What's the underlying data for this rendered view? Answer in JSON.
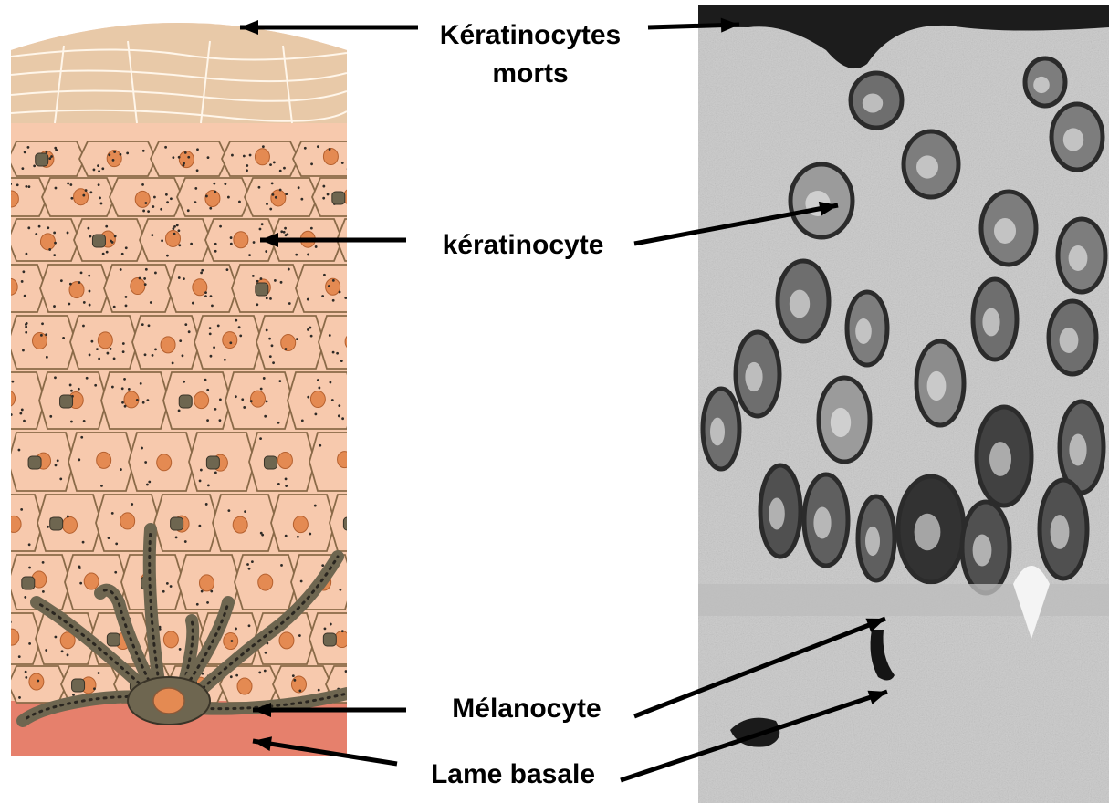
{
  "labels": {
    "keratinocytes_morts_line1": "Kératinocytes",
    "keratinocytes_morts_line2": "morts",
    "keratinocyte": "kératinocyte",
    "melanocyte": "Mélanocyte",
    "lame_basale": "Lame basale"
  },
  "colors": {
    "dead_layer": "#e8c9a8",
    "cell_fill": "#f7c9ad",
    "cell_border": "#8a6a48",
    "nucleus": "#e48a52",
    "granule": "#2e2a26",
    "melanocyte_body": "#6e6650",
    "basal_lamina": "#e6806c",
    "micrograph_bg": "#cfcfcf",
    "micrograph_dark": "#202020",
    "arrow": "#000000"
  }
}
